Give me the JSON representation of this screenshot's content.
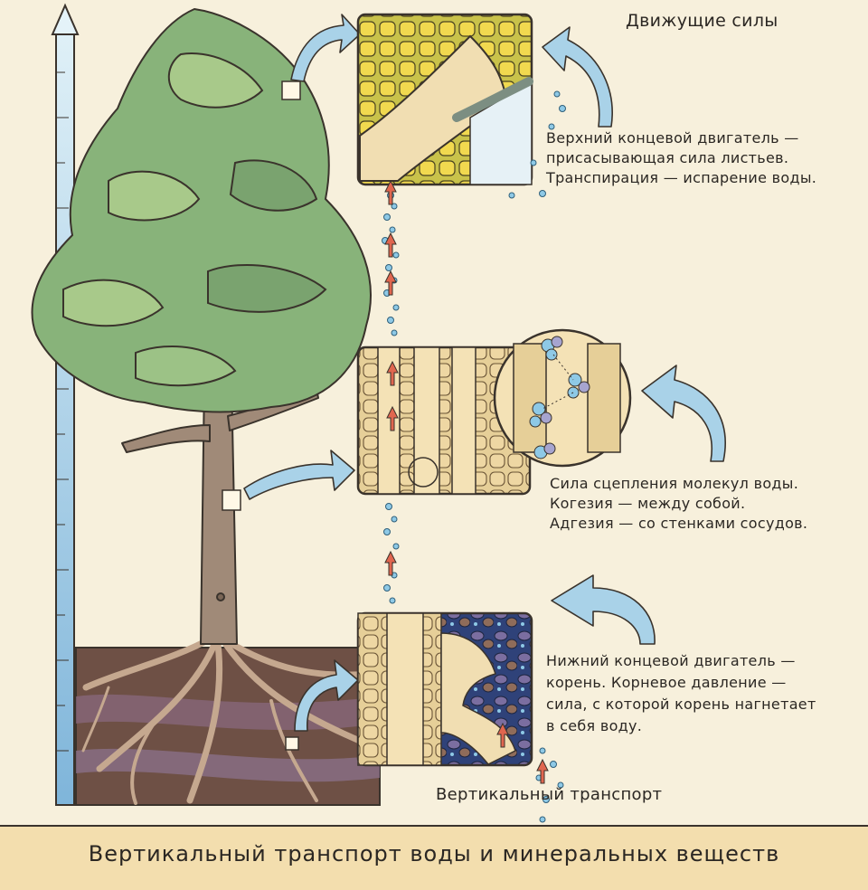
{
  "labels": {
    "forces_title": "Движущие силы",
    "top_engine": [
      "Верхний концевой двигатель —",
      "присасывающая сила листьев.",
      "Транспирация — испарение воды."
    ],
    "cohesion": [
      "Сила сцепления молекул воды.",
      "Когезия — между собой.",
      "Адгезия — со стенками сосудов."
    ],
    "bottom_engine": [
      "Нижний концевой двигатель —",
      "корень. Корневое давление —",
      "сила, с которой корень нагнетает",
      "в себя воду."
    ],
    "vertical_transport": "Вертикальный транспорт"
  },
  "footer": {
    "title": "Вертикальный транспорт воды и минеральных веществ"
  },
  "colors": {
    "background": "#f7f0dc",
    "footer": "#f3deae",
    "water": "#8ec9e6",
    "arrow_red": "#e0664f",
    "foliage": "#88b37a",
    "trunk": "#a08a78",
    "soil": "#6e5045"
  },
  "icons": {
    "height_scale": "ruler-arrow-icon",
    "pointer": "curved-arrow-icon",
    "flow": "up-arrow-icon"
  }
}
